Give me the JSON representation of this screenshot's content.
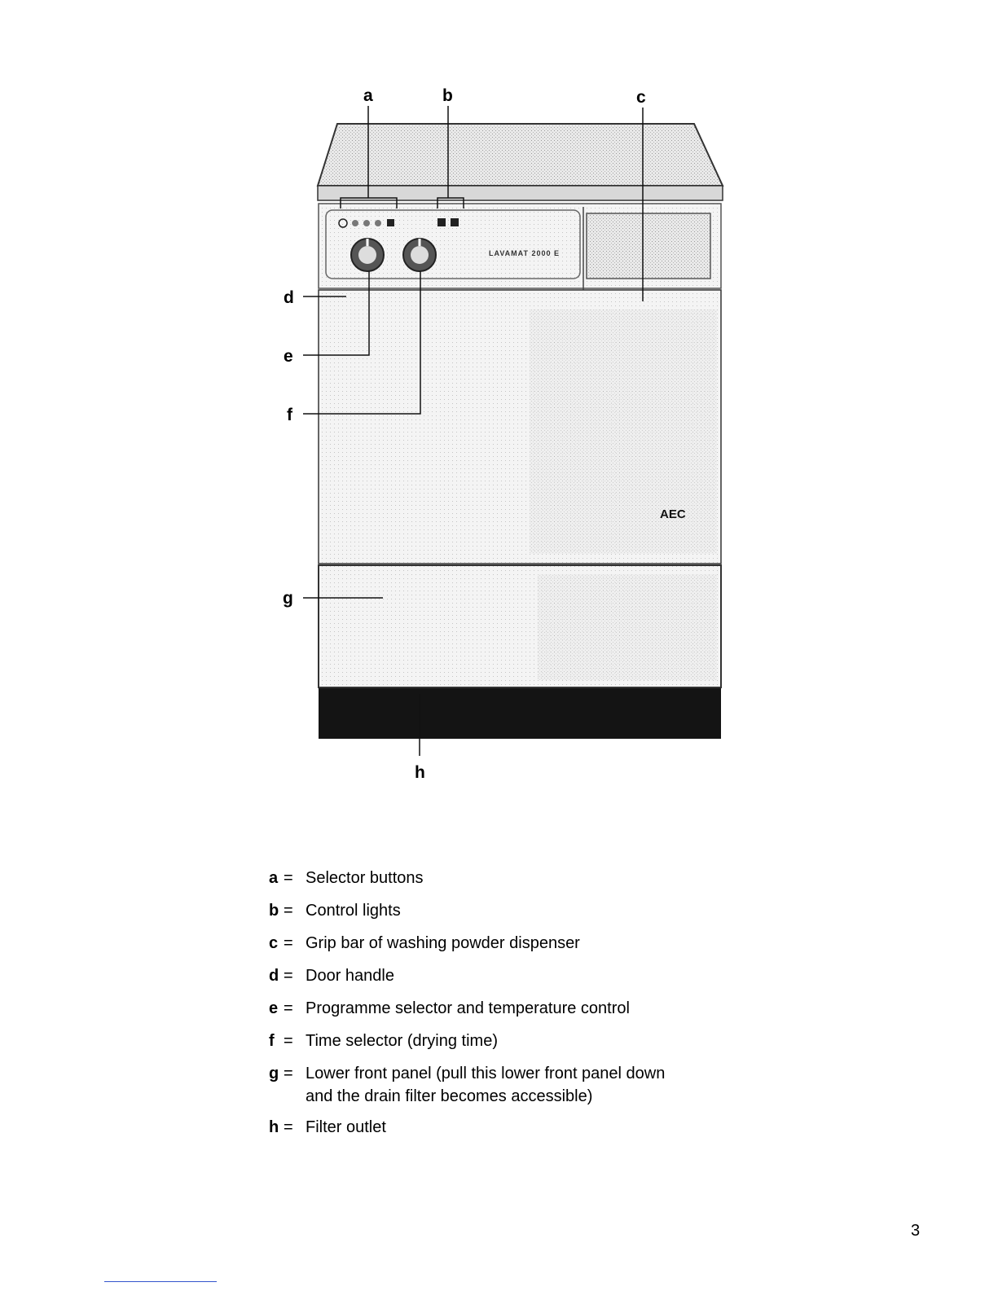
{
  "figure": {
    "callouts": [
      "a",
      "b",
      "c",
      "d",
      "e",
      "f",
      "g",
      "h"
    ],
    "panel_brand_text": "LAVAMAT 2000 E",
    "logo_text": "AEC"
  },
  "legend": [
    {
      "key": "a",
      "eq": "=",
      "text": "Selector buttons"
    },
    {
      "key": "b",
      "eq": "=",
      "text": "Control lights"
    },
    {
      "key": "c",
      "eq": "=",
      "text": "Grip bar of washing powder dispenser"
    },
    {
      "key": "d",
      "eq": "=",
      "text": "Door handle"
    },
    {
      "key": "e",
      "eq": "=",
      "text": "Programme selector and temperature control"
    },
    {
      "key": "f",
      "eq": "=",
      "text": "Time selector (drying time)"
    },
    {
      "key": "g",
      "eq": "=",
      "text": "Lower front panel (pull this lower front panel down\nand the drain filter becomes accessible)"
    },
    {
      "key": "h",
      "eq": "=",
      "text": "Filter outlet"
    }
  ],
  "page_number": "3"
}
